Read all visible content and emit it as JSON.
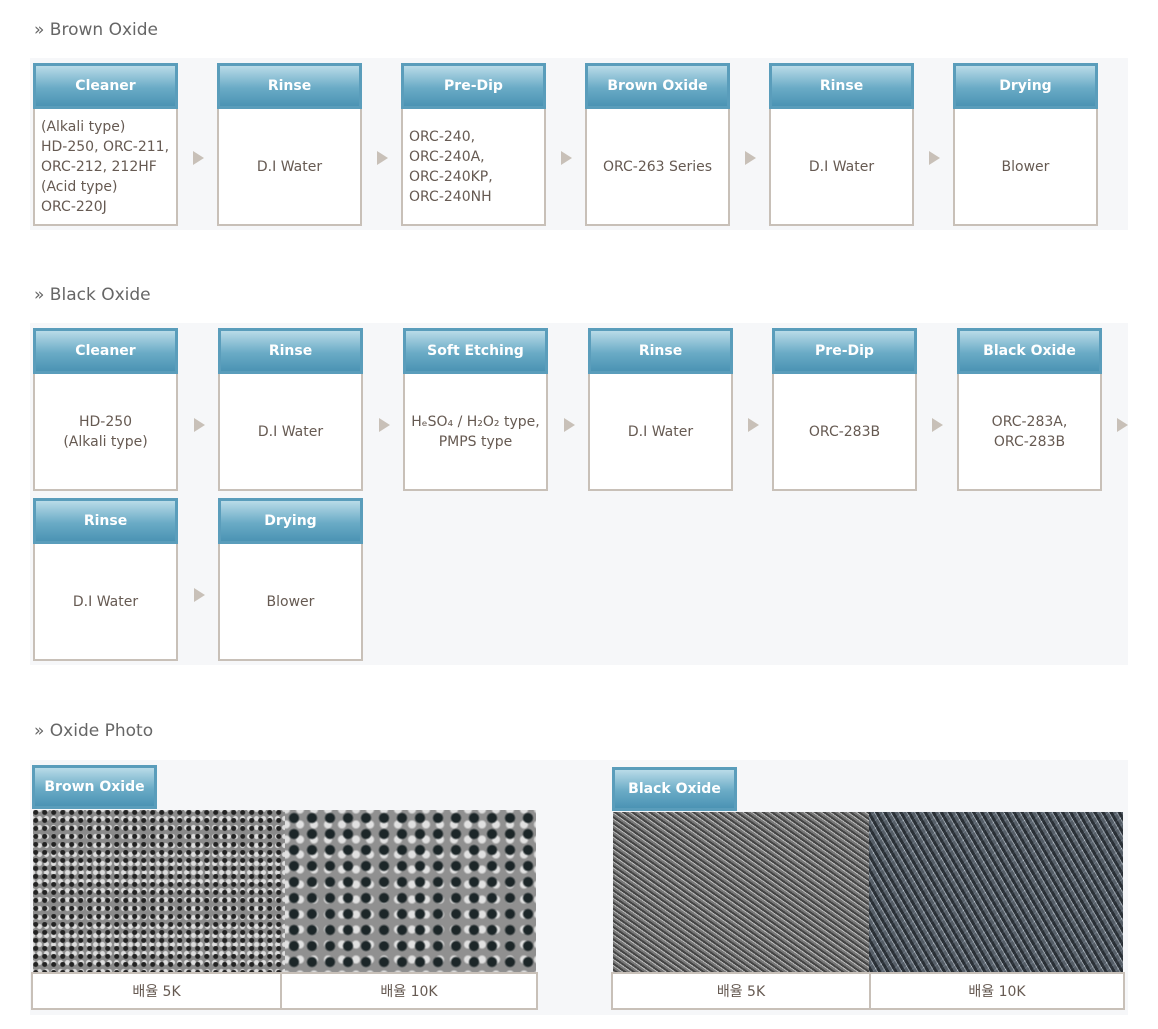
{
  "brown_oxide": {
    "title": "» Brown Oxide",
    "steps": [
      {
        "header": "Cleaner",
        "body": "(Alkali type)\nHD-250, ORC-211,\nORC-212, 212HF\n(Acid type)\nORC-220J"
      },
      {
        "header": "Rinse",
        "body": "D.I Water"
      },
      {
        "header": "Pre-Dip",
        "body": "ORC-240,\nORC-240A,\nORC-240KP,\nORC-240NH"
      },
      {
        "header": "Brown Oxide",
        "body": "ORC-263 Series"
      },
      {
        "header": "Rinse",
        "body": "D.I Water"
      },
      {
        "header": "Drying",
        "body": "Blower"
      }
    ]
  },
  "black_oxide": {
    "title": "» Black Oxide",
    "steps": [
      {
        "header": "Cleaner",
        "body": "HD-250\n(Alkali type)"
      },
      {
        "header": "Rinse",
        "body": "D.I Water"
      },
      {
        "header": "Soft Etching",
        "body": "HₑSO₄ / H₂O₂ type,\nPMPS type"
      },
      {
        "header": "Rinse",
        "body": "D.I Water"
      },
      {
        "header": "Pre-Dip",
        "body": "ORC-283B"
      },
      {
        "header": "Black Oxide",
        "body": "ORC-283A,\nORC-283B"
      },
      {
        "header": "Rinse",
        "body": "D.I Water"
      },
      {
        "header": "Drying",
        "body": "Blower"
      }
    ]
  },
  "oxide_photo": {
    "title": "» Oxide Photo",
    "brown": {
      "tab": "Brown Oxide",
      "captions": [
        "배율 5K",
        "배율 10K"
      ]
    },
    "black": {
      "tab": "Black Oxide",
      "captions": [
        "배율 5K",
        "배율 10K"
      ]
    }
  }
}
